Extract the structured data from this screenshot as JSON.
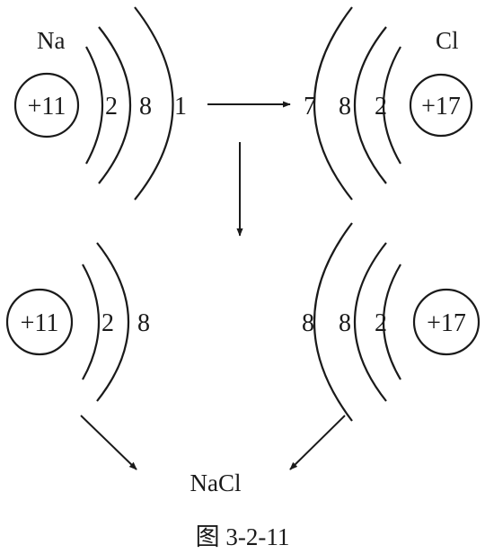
{
  "na_atom": {
    "symbol": "Na",
    "charge": "+11",
    "shells": [
      "2",
      "8",
      "1"
    ]
  },
  "cl_atom": {
    "symbol": "Cl",
    "charge": "+17",
    "shells": [
      "7",
      "8",
      "2"
    ]
  },
  "na_ion": {
    "charge": "+11",
    "shells": [
      "2",
      "8"
    ]
  },
  "cl_ion": {
    "charge": "+17",
    "shells": [
      "8",
      "8",
      "2"
    ]
  },
  "product": "NaCl",
  "caption": "图 3-2-11"
}
